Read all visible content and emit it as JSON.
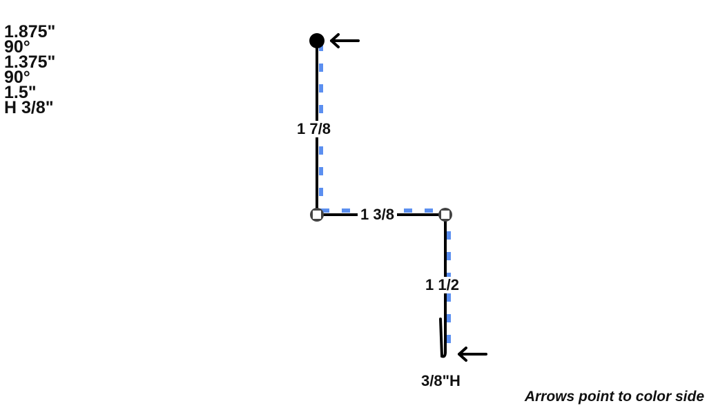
{
  "specs": {
    "lines": [
      "1.875\"",
      "90°",
      "1.375\"",
      "90°",
      "1.5\"",
      "H 3/8\""
    ]
  },
  "segments": {
    "seg1_label": "1 7/8",
    "seg2_label": "1 3/8",
    "seg3_label": "1 1/2",
    "hem_label": "3/8\"H"
  },
  "note": "Arrows point to color side",
  "colors": {
    "line": "#000000",
    "color_side": "#5b8ff0",
    "joint": "#444444"
  }
}
